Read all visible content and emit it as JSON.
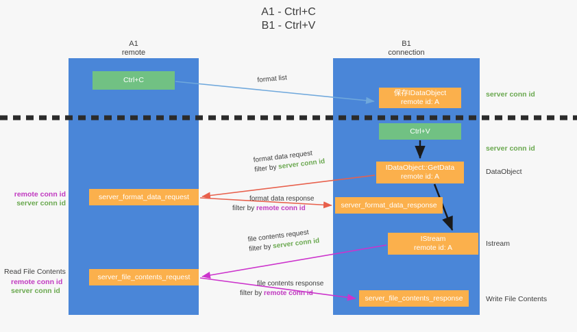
{
  "title": "A1 - Ctrl+C\nB1 - Ctrl+V",
  "lanes": [
    {
      "name": "A1",
      "sub": "remote",
      "header": "A1\nremote"
    },
    {
      "name": "B1",
      "sub": "connection",
      "header": "B1\nconnection"
    }
  ],
  "colors": {
    "lane": "#4a86d8",
    "green_box": "#71c183",
    "orange_box": "#fbb04c",
    "server_conn_id": "#6aa84f",
    "remote_conn_id": "#c039c0",
    "arrow_blue": "#6fa8dc",
    "arrow_red": "#e8604c",
    "arrow_magenta": "#cc33cc",
    "arrow_black": "#1a1a1a",
    "background": "#f7f7f7"
  },
  "nodes": {
    "ctrl_c": "Ctrl+C",
    "save_idataobject": "保存IDataObject\nremote id: A",
    "ctrl_v": "Ctrl+V",
    "getdata": "IDataObject::GetData\nremote id: A",
    "server_format_data_request": "server_format_data_request",
    "server_format_data_response": "server_format_data_response",
    "istream": "IStream\nremote id: A",
    "server_file_contents_request": "server_file_contents_request",
    "server_file_contents_response": "server_file_contents_response"
  },
  "edge_labels": {
    "format_list": "format list",
    "format_data_request": "format data request",
    "format_data_request_filter_prefix": "filter by ",
    "format_data_request_filter_value": "server conn id",
    "format_data_response": "format data response",
    "format_data_response_filter_prefix": "filter by ",
    "format_data_response_filter_value": "remote conn id",
    "file_contents_request": "file contents request",
    "file_contents_request_filter_prefix": "filter by ",
    "file_contents_request_filter_value": "server conn id",
    "file_contents_response": "file contents response",
    "file_contents_response_filter_prefix": "filter by ",
    "file_contents_response_filter_value": "remote conn id"
  },
  "side_annotations": {
    "server_conn_id_1": "server conn id",
    "server_conn_id_2": "server conn id",
    "data_object": "DataObject",
    "istream": "Istream",
    "write_file_contents": "Write File Contents"
  },
  "left_annotations": {
    "remote_conn_id_1": "remote conn id",
    "server_conn_id_1": "server conn id",
    "read_file_contents": "Read File Contents",
    "remote_conn_id_2": "remote conn id",
    "server_conn_id_2": "server conn id"
  }
}
